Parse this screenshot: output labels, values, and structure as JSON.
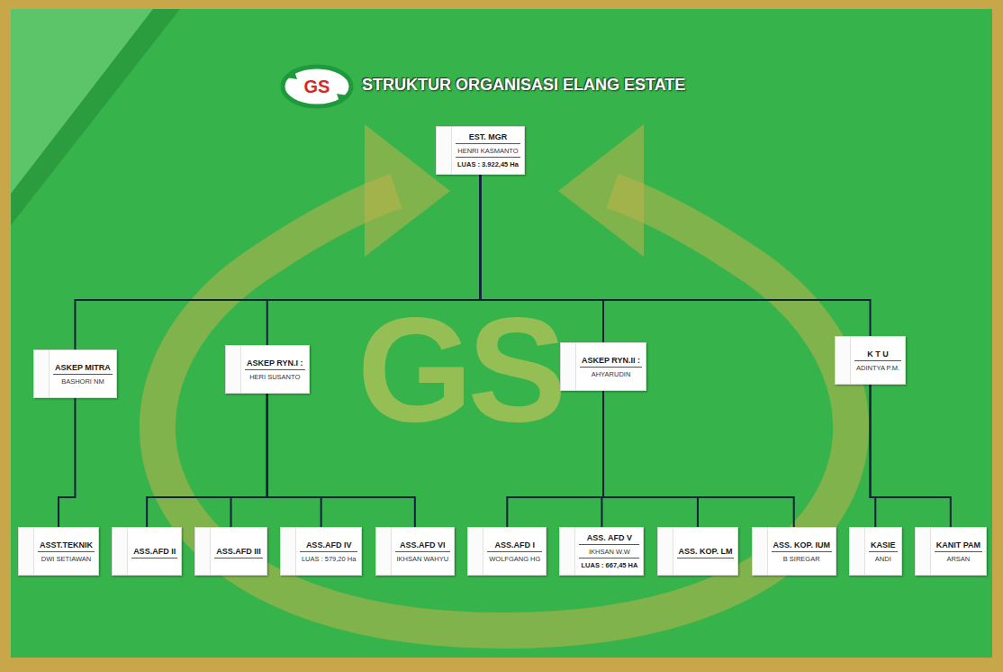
{
  "diagram": {
    "title": "STRUKTUR ORGANISASI ELANG ESTATE",
    "nodes": [
      {
        "text": [
          "EST. MGR",
          "HENRI KASMANTO",
          "LUAS : 3.922,45 Ha"
        ]
      },
      {
        "text": [
          "ASKEP MITRA",
          "BASHORI NM"
        ]
      },
      {
        "text": [
          "ASKEP RYN.I :",
          "HERI SUSANTO"
        ]
      },
      {
        "text": [
          "ASKEP RYN.II :",
          "AHYARUDIN"
        ]
      },
      {
        "text": [
          "K T U",
          "ADINTYA P.M."
        ]
      },
      {
        "text": [
          "ASST.TEKNIK",
          "DWI SETIAWAN"
        ]
      },
      {
        "text": [
          "ASS.AFD II"
        ]
      },
      {
        "text": [
          "ASS.AFD III"
        ]
      },
      {
        "text": [
          "ASS.AFD IV",
          "LUAS : 579,20 Ha"
        ]
      },
      {
        "text": [
          "ASS.AFD VI",
          "IKHSAN WAHYU"
        ]
      },
      {
        "text": [
          "ASS.AFD I",
          "WOLFGANG HG"
        ]
      },
      {
        "text": [
          "ASS. AFD V",
          "IKHSAN W.W",
          "LUAS : 667,45 HA"
        ]
      },
      {
        "text": [
          "ASS. KOP. LM"
        ]
      },
      {
        "text": [
          "ASS. KOP. IUM",
          "B SIREGAR"
        ]
      },
      {
        "text": [
          "KASIE",
          "ANDI"
        ]
      },
      {
        "text": [
          "KANIT PAM",
          "ARSAN"
        ]
      }
    ],
    "edges": [
      {
        "from": 0,
        "to": 1,
        "arrow": "none"
      },
      {
        "from": 0,
        "to": 2,
        "arrow": "none"
      },
      {
        "from": 0,
        "to": 3,
        "arrow": "none"
      },
      {
        "from": 0,
        "to": 4,
        "arrow": "none"
      },
      {
        "from": 1,
        "to": 5,
        "arrow": "none"
      },
      {
        "from": 2,
        "to": 6,
        "arrow": "none"
      },
      {
        "from": 2,
        "to": 7,
        "arrow": "none"
      },
      {
        "from": 2,
        "to": 8,
        "arrow": "none"
      },
      {
        "from": 2,
        "to": 9,
        "arrow": "none"
      },
      {
        "from": 3,
        "to": 10,
        "arrow": "none"
      },
      {
        "from": 3,
        "to": 11,
        "arrow": "none"
      },
      {
        "from": 3,
        "to": 12,
        "arrow": "none"
      },
      {
        "from": 3,
        "to": 13,
        "arrow": "none"
      },
      {
        "from": 4,
        "to": 14,
        "arrow": "none"
      },
      {
        "from": 4,
        "to": 15,
        "arrow": "none"
      }
    ],
    "labels": [
      "GS",
      "GS"
    ]
  }
}
